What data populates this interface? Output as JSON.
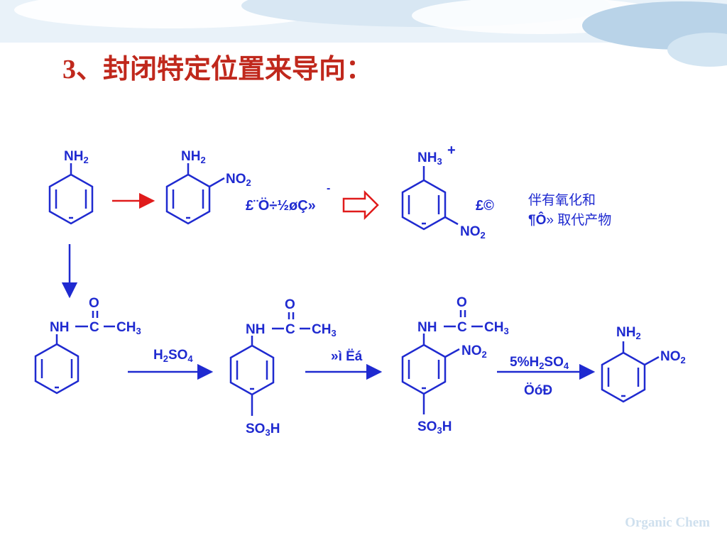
{
  "title": "3、封闭特定位置来导向：",
  "footer": "Organic Chem",
  "colors": {
    "structure": "#1f2ad0",
    "title": "#c0281c",
    "arrow_red": "#e01b1b",
    "footer": "#cfe0ee"
  },
  "labels": {
    "nh2": "NH",
    "no2": "NO",
    "nh3": "NH",
    "plus": "+",
    "minus": "-",
    "nh": "NH",
    "c": "C",
    "o": "O",
    "ch3": "CH",
    "so3h_a": "SO",
    "so3h_b": "H",
    "h2so4_a": "H",
    "h2so4_b": "SO",
    "pct": "5%H",
    "so4": "SO",
    "sub2": "2",
    "sub3": "3",
    "sub4": "4"
  },
  "garbled": {
    "reagent_top": "£¨Ö÷½øÇ»",
    "acid_right": "£©",
    "reagent_mid": "»ì Ëá",
    "condition_right": "ÖóÐ"
  },
  "note": {
    "line1": "伴有氧化和",
    "line2_prefix": "¶Ô",
    "line2_suffix": "» 取代产物"
  }
}
